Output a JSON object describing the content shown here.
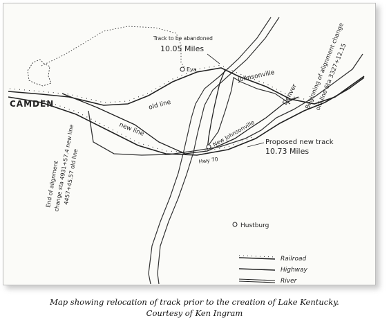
{
  "map": {
    "labels": {
      "camden": "CAMDEN",
      "abandoned_note": "Track to be abandoned",
      "abandoned_miles": "10.05 Miles",
      "eva": "Eva",
      "johnsonville": "Johnsonville",
      "old_line": "old line",
      "new_line": "new line",
      "new_johnsonville": "New Johnsonville",
      "proposed_note": "Proposed new track",
      "proposed_miles": "10.73 Miles",
      "highway_route": "Hwy 70",
      "denver": "Denver",
      "beginning_alignment_1": "Beginning of alignment change",
      "beginning_alignment_2": "old line Sta 3327+12.15",
      "end_alignment_1": "End of alignment",
      "end_alignment_2": "change sta 4931+57.4 new line",
      "end_alignment_3": "4457+45.57 old line",
      "hustburg": "Hustburg"
    },
    "legend": {
      "railroad": "Railroad",
      "highway": "Highway",
      "river": "River"
    }
  },
  "caption": {
    "line1": "Map showing relocation of track prior to the  creation of Lake Kentucky.",
    "line2": "Courtesy of Ken Ingram"
  }
}
